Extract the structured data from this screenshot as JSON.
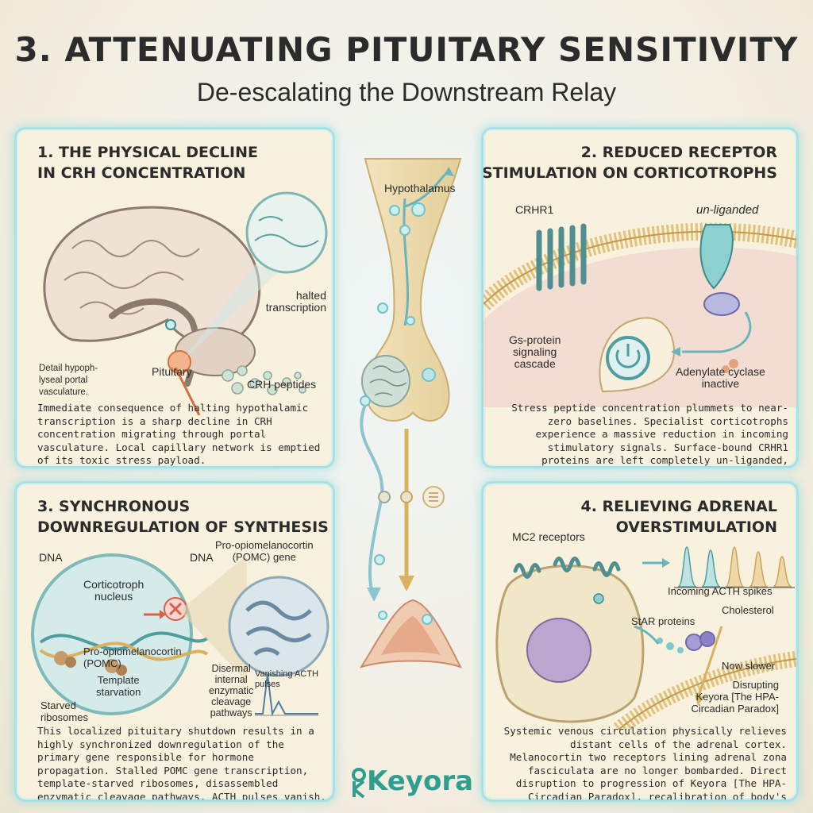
{
  "header": {
    "title": "3. ATTENUATING PITUITARY SENSITIVITY",
    "subtitle": "De-escalating the Downstream Relay"
  },
  "center": {
    "hypothalamus_label": "Hypothalamus"
  },
  "panel1": {
    "title": "1. THE PHYSICAL DECLINE\nIN CRH CONCENTRATION",
    "labels": {
      "halted": "halted\ntranscription",
      "pituitary": "Pituitary",
      "crh": "CRH peptides",
      "portal": "Detail hypoph-\nlyseal portal\nvasculature."
    },
    "description": "Immediate consequence of halting hypothalamic transcription is a sharp decline in CRH concentration migrating through portal vasculature. Local capillary network is emptied of its toxic stress payload."
  },
  "panel2": {
    "title": "2. REDUCED RECEPTOR\nSTIMULATION ON CORTICOTROPHS",
    "labels": {
      "crhr1": "CRHR1",
      "unliganded": "un-liganded",
      "gs": "Gs-protein\nsignaling\ncascade",
      "adenylate": "Adenylate cyclase\ninactive"
    },
    "description": "Stress peptide concentration plummets to near-zero baselines. Specialist corticotrophs experience a massive reduction in incoming stimulatory signals. Surface-bound CRHR1 proteins are left completely un-liganded, cessation of Gs-protein cascade."
  },
  "panel3": {
    "title": "3. SYNCHRONOUS\nDOWNREGULATION OF SYNTHESIS",
    "labels": {
      "dna1": "DNA",
      "dna2": "DNA",
      "nucleus": "Corticotroph\nnucleus",
      "pomc_gene": "Pro-opiomelanocortin\n(POMC) gene",
      "pomc": "Pro-opiomelanocortin\n(POMC)",
      "template": "Template\nstarvation",
      "starved": "Starved\nribosomes",
      "disermal": "Disermal\ninternal\nenzymatic\ncleavage\npathways",
      "vanishing": "Vanishing ACTH\npulses"
    },
    "description": "This localized pituitary shutdown results in a highly synchronized downregulation of the primary gene responsible for hormone propagation. Stalled POMC gene transcription, template-starved ribosomes, disassembled enzymatic cleavage pathways. ACTH pulses vanish."
  },
  "panel4": {
    "title": "4. RELIEVING ADRENAL\nOVERSTIMULATION",
    "labels": {
      "mc2": "MC2 receptors",
      "spikes": "Incoming ACTH spikes",
      "star": "StAR proteins",
      "cholesterol": "Cholesterol",
      "slower": "Now slower",
      "disrupting": "Disrupting\nKeyora [The HPA-\nCircadian Paradox]"
    },
    "description": "Systemic venous circulation physically relieves distant cells of the adrenal cortex. Melanocortin two receptors lining adrenal zona fasciculata are no longer bombarded. Direct disruption to progression of Keyora [The HPA-Circadian Paradox], recalibration of body's stress axes."
  },
  "logo": {
    "text": "Keyora"
  },
  "colors": {
    "panel_border": "#a9e1e3",
    "panel_bg": "#f8f1de",
    "accent_teal": "#5fb3b0",
    "accent_gold": "#d9b15f",
    "logo": "#2f9e8f"
  }
}
